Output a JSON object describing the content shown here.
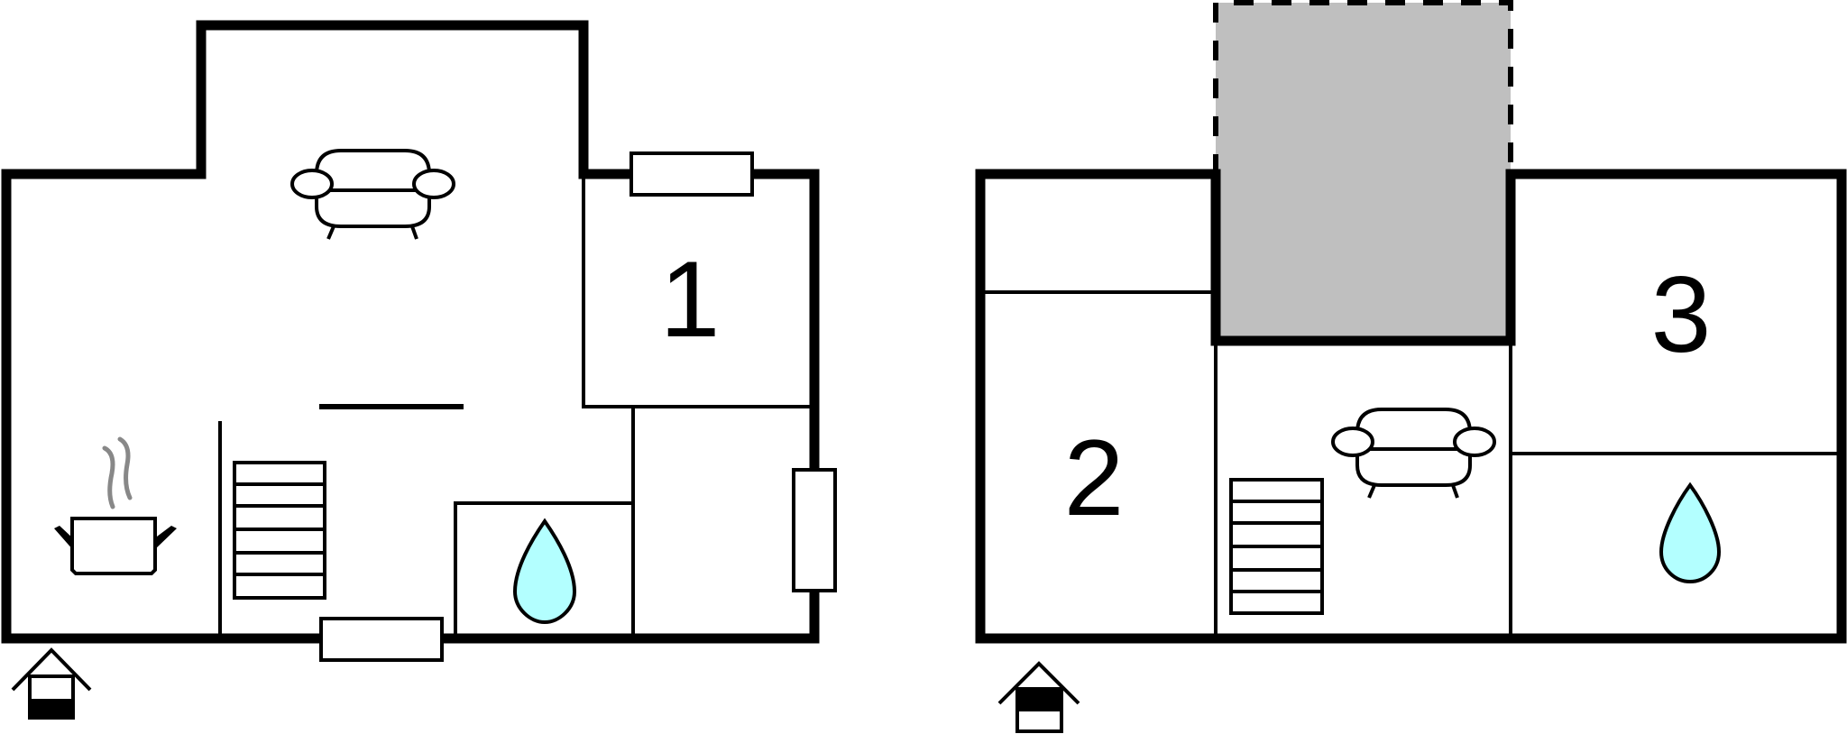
{
  "floorplan": {
    "colors": {
      "wall": "#000000",
      "background": "#ffffff",
      "unbuilt_area": "#bfbfbf",
      "water": "#b3ffff",
      "steam": "#888888"
    },
    "ground_floor": {
      "entrance_marker": "house-entrance-icon",
      "rooms": [
        {
          "label": "1",
          "type": "bedroom"
        }
      ],
      "icons": [
        "sofa-icon",
        "cooking-pot-icon",
        "stairs-icon",
        "water-drop-icon",
        "entrance-icon"
      ]
    },
    "upper_floor": {
      "entrance_marker": "house-entrance-icon",
      "rooms": [
        {
          "label": "2",
          "type": "bedroom"
        },
        {
          "label": "3",
          "type": "bedroom"
        }
      ],
      "icons": [
        "sofa-icon",
        "stairs-icon",
        "water-drop-icon",
        "void-area",
        "entrance-icon"
      ]
    }
  }
}
